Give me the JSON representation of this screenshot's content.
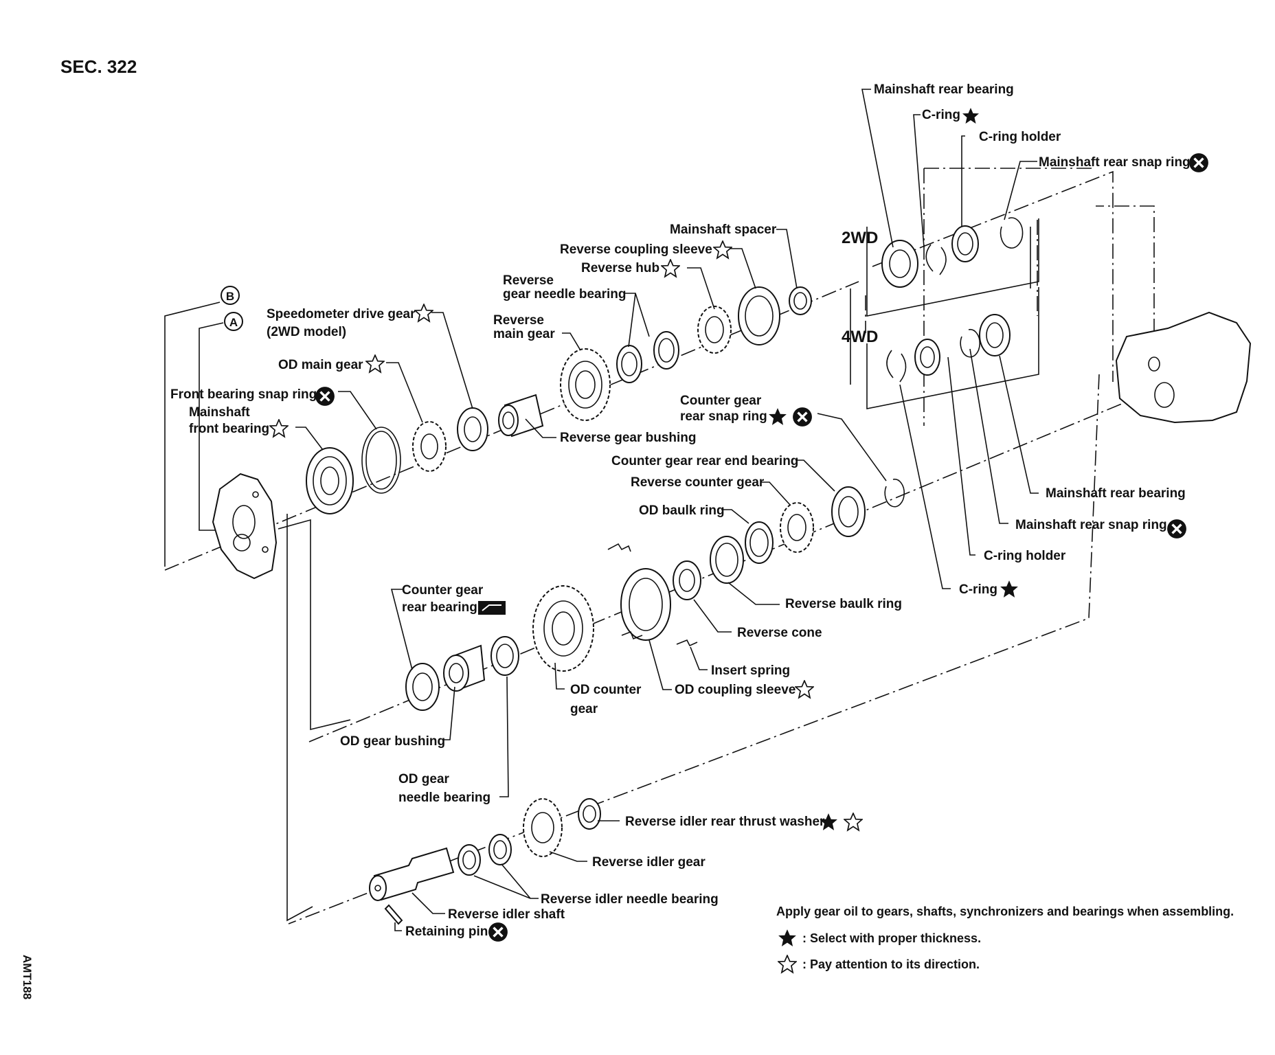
{
  "section": "SEC. 322",
  "code": "AMT188",
  "groups": {
    "two_wd": "2WD",
    "four_wd": "4WD"
  },
  "refs": {
    "b": "B",
    "a": "A"
  },
  "labels": {
    "mainshaft_rear_bearing_top": "Mainshaft rear bearing",
    "c_ring_top": "C-ring",
    "c_ring_holder_top": "C-ring holder",
    "mainshaft_rear_snap_ring_top": "Mainshaft rear snap ring",
    "mainshaft_spacer": "Mainshaft spacer",
    "reverse_coupling_sleeve": "Reverse coupling sleeve",
    "reverse_hub": "Reverse hub",
    "reverse_gear_needle_bearing_1": "Reverse",
    "reverse_gear_needle_bearing_2": "gear needle bearing",
    "reverse_main_gear_1": "Reverse",
    "reverse_main_gear_2": "main gear",
    "speedometer_drive_gear": "Speedometer drive gear",
    "two_wd_model": "(2WD model)",
    "od_main_gear": "OD main gear",
    "front_bearing_snap_ring": "Front bearing snap ring",
    "mainshaft_front_bearing_1": "Mainshaft",
    "mainshaft_front_bearing_2": "front bearing",
    "reverse_gear_bushing": "Reverse gear bushing",
    "counter_gear_rear_snap_ring_1": "Counter gear",
    "counter_gear_rear_snap_ring_2": "rear snap ring",
    "counter_gear_rear_end_bearing": "Counter gear rear end bearing",
    "reverse_counter_gear": "Reverse counter gear",
    "od_baulk_ring": "OD baulk ring",
    "mainshaft_rear_bearing_bottom": "Mainshaft rear bearing",
    "mainshaft_rear_snap_ring_bottom": "Mainshaft rear snap ring",
    "c_ring_holder_bottom": "C-ring holder",
    "c_ring_bottom": "C-ring",
    "reverse_baulk_ring": "Reverse baulk ring",
    "reverse_cone": "Reverse cone",
    "insert_spring": "Insert spring",
    "od_coupling_sleeve": "OD coupling sleeve",
    "counter_gear_rear_bearing_1": "Counter gear",
    "counter_gear_rear_bearing_2": "rear bearing",
    "od_counter_gear_1": "OD counter",
    "od_counter_gear_2": "gear",
    "od_gear_bushing": "OD gear bushing",
    "od_gear_needle_bearing_1": "OD gear",
    "od_gear_needle_bearing_2": "needle bearing",
    "reverse_idler_rear_thrust_washer": "Reverse idler rear thrust washer",
    "reverse_idler_gear": "Reverse idler gear",
    "reverse_idler_needle_bearing": "Reverse idler needle bearing",
    "reverse_idler_shaft": "Reverse idler shaft",
    "retaining_pin": "Retaining pin"
  },
  "notes": {
    "apply_oil": "Apply gear oil to gears, shafts, synchronizers and bearings when assembling.",
    "filled_star": ": Select with proper thickness.",
    "open_star": ": Pay attention to its direction."
  },
  "icons": [
    "filled-star-icon",
    "open-star-icon",
    "circled-x-icon",
    "press-tool-icon",
    "circled-letter-icon"
  ]
}
